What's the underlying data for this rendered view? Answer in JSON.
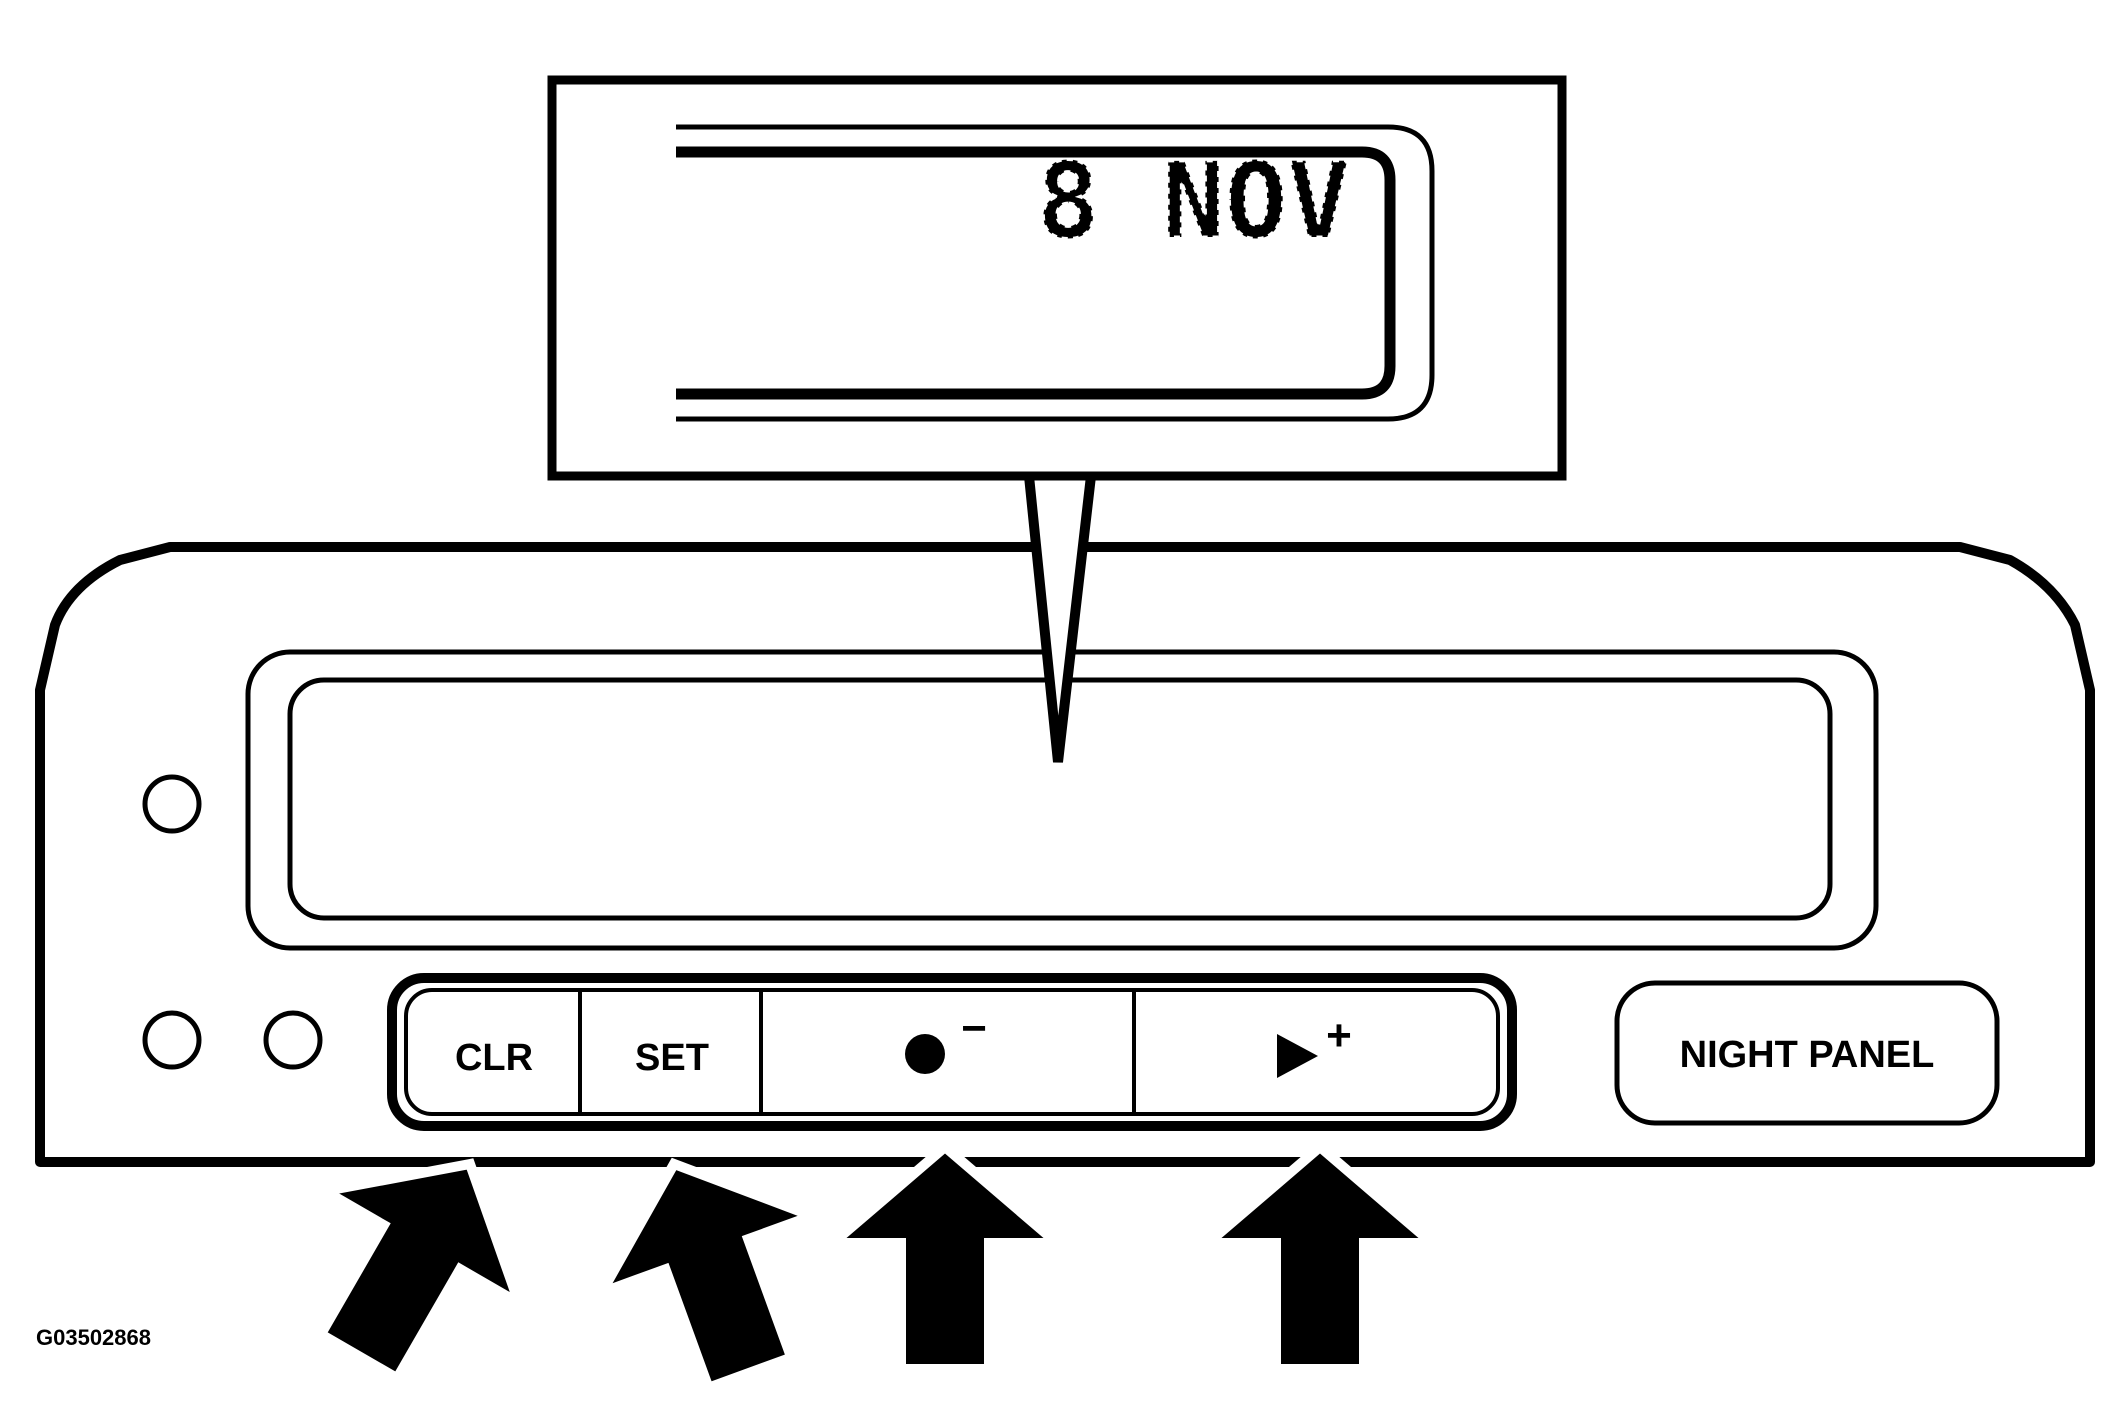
{
  "display": {
    "callout_text": "8 NOV"
  },
  "buttons": {
    "clr_label": "CLR",
    "set_label": "SET",
    "minus_symbol": "−",
    "plus_symbol": "+",
    "night_panel_label": "NIGHT PANEL"
  },
  "icons": {
    "minus_button_icon": "filled-circle",
    "plus_button_icon": "right-triangle"
  },
  "figure_code": "G03502868"
}
